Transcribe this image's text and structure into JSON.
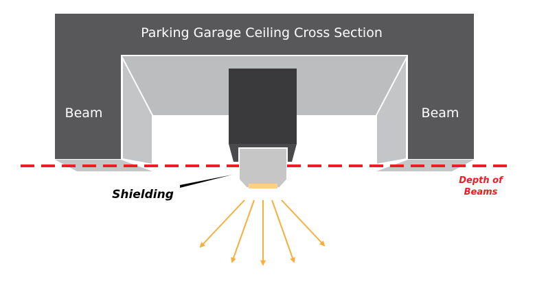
{
  "title": "Parking Garage Ceiling Cross Section",
  "labels": {
    "beam_left": "Beam",
    "beam_right": "Beam",
    "shielding": "Shielding",
    "depth_line1": "Depth of",
    "depth_line2": "Beams"
  },
  "colors": {
    "structure": "#58585a",
    "ceiling": "#bcbdbf",
    "fixture": "#3a3a3c",
    "shield": "#c6c6c6",
    "lens": "#fdd08a",
    "depth_line": "#ee1c25",
    "light_rays": "#f9ad3b"
  }
}
